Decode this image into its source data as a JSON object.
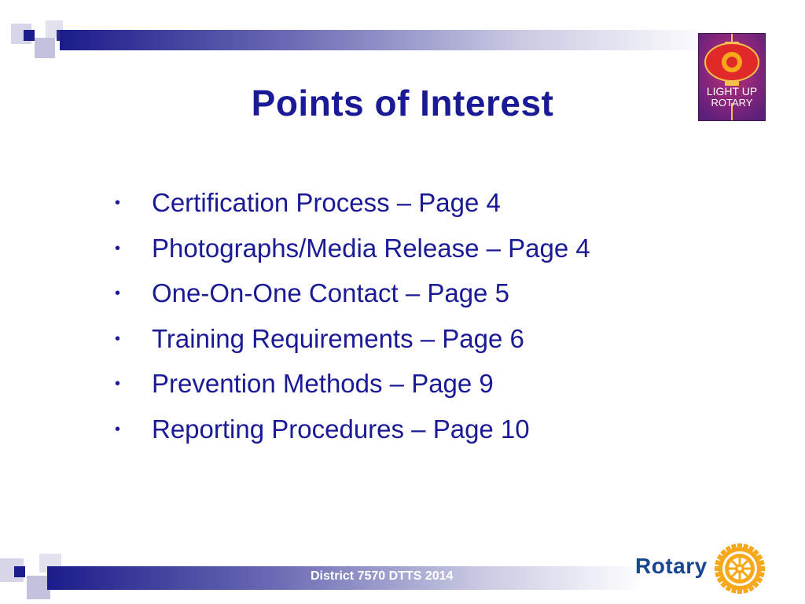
{
  "slide": {
    "title": "Points of Interest",
    "bullets": [
      {
        "text": "Certification Process – Page 4"
      },
      {
        "text": "Photographs/Media Release – Page 4"
      },
      {
        "text": "One-On-One Contact – Page 5"
      },
      {
        "text": "Training Requirements – Page 6"
      },
      {
        "text": "Prevention Methods – Page 9"
      },
      {
        "text": "Reporting Procedures – Page 10"
      }
    ],
    "bullet_glyph": "•",
    "footer": "District 7570 DTTS 2014",
    "logo": {
      "brand": "Rotary",
      "badge_line1": "LIGHT UP",
      "badge_line2": "ROTARY"
    }
  },
  "colors": {
    "title": "#1a1a96",
    "band_dark": "#1c1c8a",
    "rotary_blue": "#17458f",
    "rotary_gold": "#f7a81b",
    "badge_bg": "#7b2a8c"
  }
}
